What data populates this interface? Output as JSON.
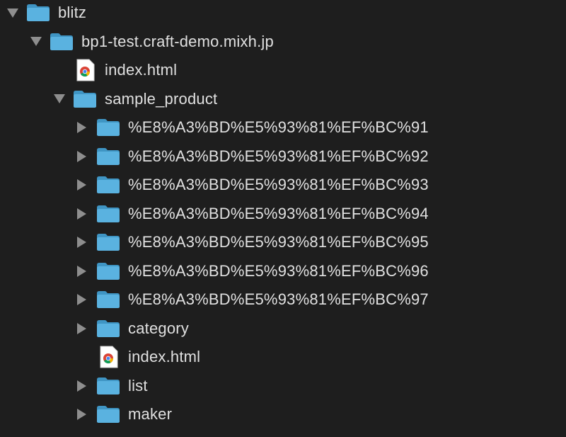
{
  "tree": [
    {
      "label": "blitz",
      "type": "folder",
      "level": 0,
      "expanded": true
    },
    {
      "label": "bp1-test.craft-demo.mixh.jp",
      "type": "folder",
      "level": 1,
      "expanded": true
    },
    {
      "label": "index.html",
      "type": "html-file",
      "level": 2
    },
    {
      "label": "sample_product",
      "type": "folder",
      "level": 2,
      "expanded": true
    },
    {
      "label": "%E8%A3%BD%E5%93%81%EF%BC%91",
      "type": "folder",
      "level": 3,
      "expanded": false
    },
    {
      "label": "%E8%A3%BD%E5%93%81%EF%BC%92",
      "type": "folder",
      "level": 3,
      "expanded": false
    },
    {
      "label": "%E8%A3%BD%E5%93%81%EF%BC%93",
      "type": "folder",
      "level": 3,
      "expanded": false
    },
    {
      "label": "%E8%A3%BD%E5%93%81%EF%BC%94",
      "type": "folder",
      "level": 3,
      "expanded": false
    },
    {
      "label": "%E8%A3%BD%E5%93%81%EF%BC%95",
      "type": "folder",
      "level": 3,
      "expanded": false
    },
    {
      "label": "%E8%A3%BD%E5%93%81%EF%BC%96",
      "type": "folder",
      "level": 3,
      "expanded": false
    },
    {
      "label": "%E8%A3%BD%E5%93%81%EF%BC%97",
      "type": "folder",
      "level": 3,
      "expanded": false
    },
    {
      "label": "category",
      "type": "folder",
      "level": 3,
      "expanded": false
    },
    {
      "label": "index.html",
      "type": "html-file",
      "level": 3
    },
    {
      "label": "list",
      "type": "folder",
      "level": 3,
      "expanded": false
    },
    {
      "label": "maker",
      "type": "folder",
      "level": 3,
      "expanded": false
    }
  ],
  "colors": {
    "background": "#1e1e1e",
    "folder": "#5ab2e0",
    "text": "#e0e0e0",
    "disclosure": "#8e8e8e"
  }
}
